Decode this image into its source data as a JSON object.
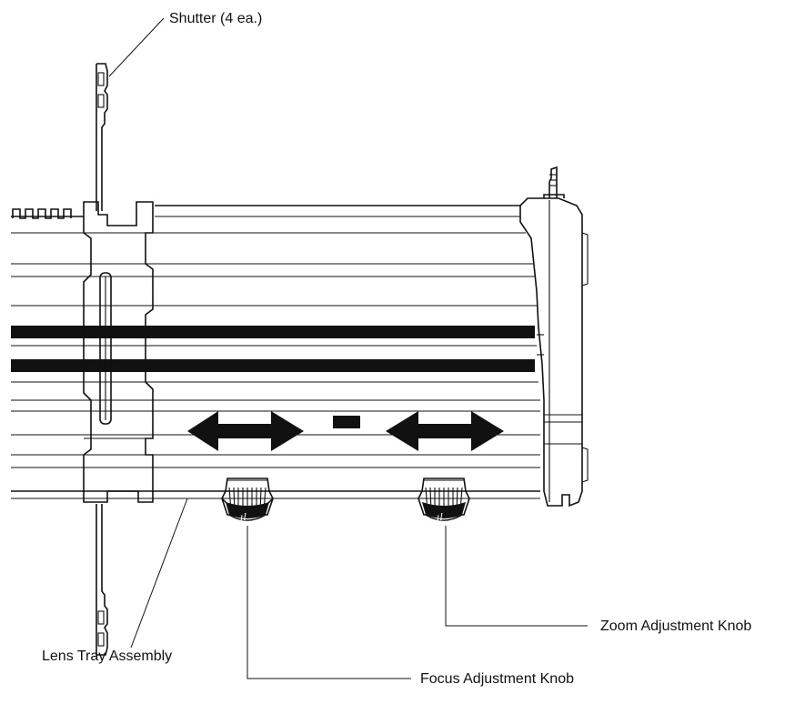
{
  "labels": {
    "shutter": "Shutter (4 ea.)",
    "lens_tray": "Lens Tray Assembly",
    "focus_knob": "Focus Adjustment Knob",
    "zoom_knob": "Zoom Adjustment Knob"
  },
  "colors": {
    "line": "#111111",
    "background": "#ffffff"
  }
}
